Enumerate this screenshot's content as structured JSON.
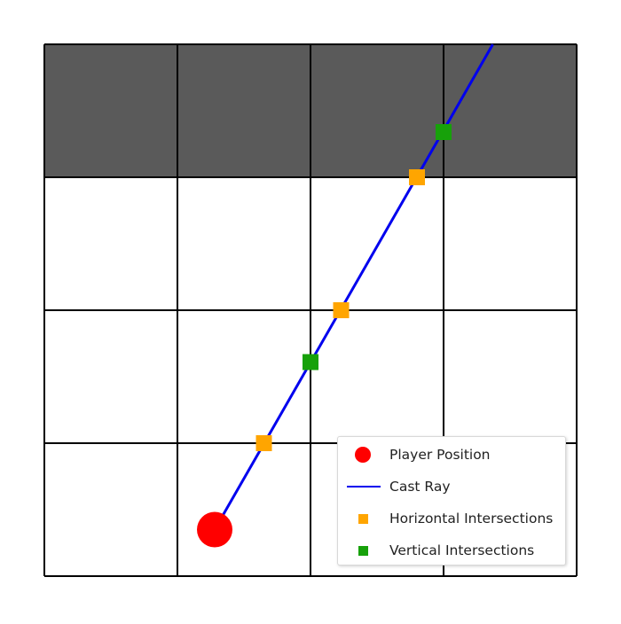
{
  "diagram": {
    "grid": {
      "cols": 4,
      "rows": 4,
      "wall_row": 0
    },
    "colors": {
      "wall": "#5a5a5a",
      "floor": "#ffffff",
      "grid_line": "#000000",
      "player": "#ff0000",
      "ray": "#0000ee",
      "horizontal_hit": "#ffa500",
      "vertical_hit": "#17a10a"
    },
    "player": {
      "x": 1.28,
      "y": 0.35
    },
    "ray": {
      "from": [
        1.28,
        0.35
      ],
      "to": [
        3.37,
        4.0
      ]
    },
    "horizontal_intersections": [
      [
        1.65,
        1.0
      ],
      [
        2.23,
        2.0
      ],
      [
        2.8,
        3.0
      ]
    ],
    "vertical_intersections": [
      [
        2.0,
        1.61
      ],
      [
        3.0,
        3.34
      ]
    ]
  },
  "legend": {
    "items": [
      {
        "id": "player",
        "label": "Player Position"
      },
      {
        "id": "ray",
        "label": "Cast Ray"
      },
      {
        "id": "horizontal",
        "label": "Horizontal Intersections"
      },
      {
        "id": "vertical",
        "label": "Vertical Intersections"
      }
    ]
  }
}
